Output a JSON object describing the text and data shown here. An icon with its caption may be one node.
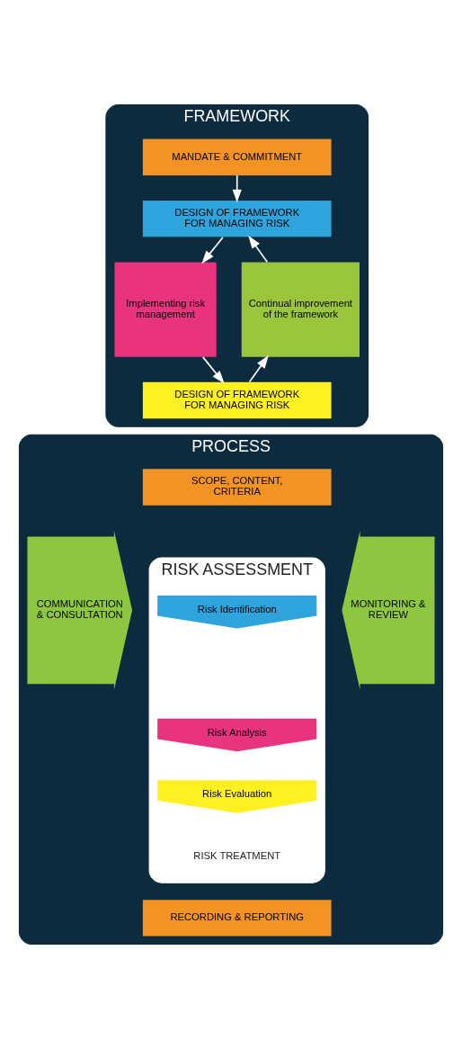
{
  "diagram": {
    "nodes": [
      {
        "text": [
          "FRAMEWORK"
        ]
      },
      {
        "text": [
          "MANDATE & COMMITMENT"
        ],
        "in": 0
      },
      {
        "text": [
          "DESIGN OF FRAMEWORK FOR MANAGING RISK"
        ],
        "in": 0
      },
      {
        "text": [
          "Continual improvement of the framework"
        ],
        "in": 0
      },
      {
        "text": [
          "Implementing risk management"
        ],
        "in": 0
      },
      {
        "text": [
          "DESIGN OF FRAMEWORK FOR MANAGING RISK"
        ],
        "in": 0
      },
      {
        "text": [
          "PROCESS"
        ]
      },
      {
        "text": [
          "SCOPE, CONTENT, CRITERIA"
        ],
        "in": 6
      },
      {
        "text": [
          "COMMUNICATION & CONSULTATION"
        ],
        "in": 6
      },
      {
        "text": [
          "RISK ASSESSMENT",
          "RISK TREATMENT"
        ],
        "in": 6
      },
      {
        "text": [
          "Risk Identification"
        ],
        "in": 9
      },
      {
        "text": [
          "Risk Analysis"
        ],
        "in": 9
      },
      {
        "text": [
          "Risk Evaluation"
        ],
        "in": 9
      },
      {
        "text": [
          "MONITORING & REVIEW"
        ],
        "in": 6
      },
      {
        "text": [
          "RECORDING & REPORTING"
        ],
        "in": 6
      }
    ],
    "edges": [
      {
        "from": 1,
        "to": 2,
        "arrow": "to"
      },
      {
        "from": 2,
        "to": 4,
        "arrow": "to"
      },
      {
        "from": 4,
        "to": 5,
        "arrow": "to"
      },
      {
        "from": 5,
        "to": 3,
        "arrow": "to"
      },
      {
        "from": 3,
        "to": 2,
        "arrow": "to"
      }
    ]
  }
}
